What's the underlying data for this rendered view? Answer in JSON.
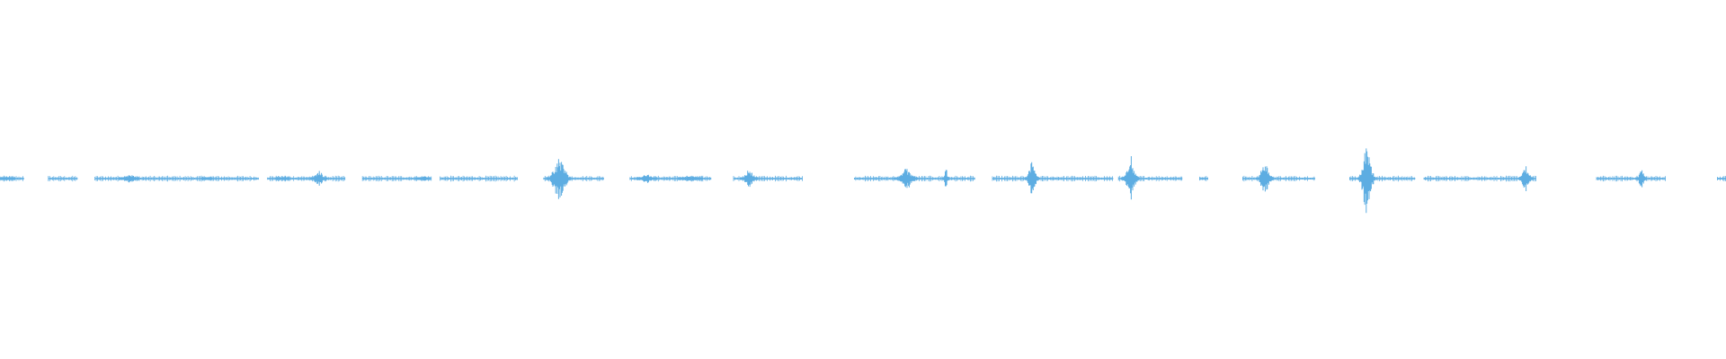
{
  "waveform": {
    "color": "#5DADE2",
    "background": "#ffffff",
    "bursts": [
      {
        "t": 0.004,
        "amp": 0.05,
        "width": 0.01
      },
      {
        "t": 0.075,
        "amp": 0.1,
        "width": 0.012
      },
      {
        "t": 0.12,
        "amp": 0.03,
        "width": 0.006
      },
      {
        "t": 0.185,
        "amp": 0.18,
        "width": 0.01
      },
      {
        "t": 0.245,
        "amp": 0.07,
        "width": 0.008
      },
      {
        "t": 0.324,
        "amp": 0.52,
        "width": 0.014
      },
      {
        "t": 0.375,
        "amp": 0.1,
        "width": 0.012
      },
      {
        "t": 0.4,
        "amp": 0.09,
        "width": 0.014
      },
      {
        "t": 0.434,
        "amp": 0.22,
        "width": 0.01
      },
      {
        "t": 0.525,
        "amp": 0.25,
        "width": 0.014
      },
      {
        "t": 0.548,
        "amp": 0.24,
        "width": 0.004
      },
      {
        "t": 0.598,
        "amp": 0.42,
        "width": 0.008
      },
      {
        "t": 0.655,
        "amp": 0.5,
        "width": 0.01
      },
      {
        "t": 0.733,
        "amp": 0.4,
        "width": 0.01
      },
      {
        "t": 0.792,
        "amp": 0.82,
        "width": 0.01
      },
      {
        "t": 0.884,
        "amp": 0.3,
        "width": 0.008
      },
      {
        "t": 0.951,
        "amp": 0.22,
        "width": 0.006
      }
    ],
    "noise_segments": [
      [
        0.0,
        0.014
      ],
      [
        0.028,
        0.045
      ],
      [
        0.055,
        0.15
      ],
      [
        0.155,
        0.168
      ],
      [
        0.16,
        0.2
      ],
      [
        0.21,
        0.25
      ],
      [
        0.255,
        0.3
      ],
      [
        0.315,
        0.35
      ],
      [
        0.365,
        0.412
      ],
      [
        0.425,
        0.465
      ],
      [
        0.495,
        0.565
      ],
      [
        0.575,
        0.645
      ],
      [
        0.648,
        0.685
      ],
      [
        0.695,
        0.7
      ],
      [
        0.72,
        0.762
      ],
      [
        0.782,
        0.82
      ],
      [
        0.825,
        0.89
      ],
      [
        0.925,
        0.965
      ],
      [
        0.995,
        1.0
      ]
    ]
  }
}
